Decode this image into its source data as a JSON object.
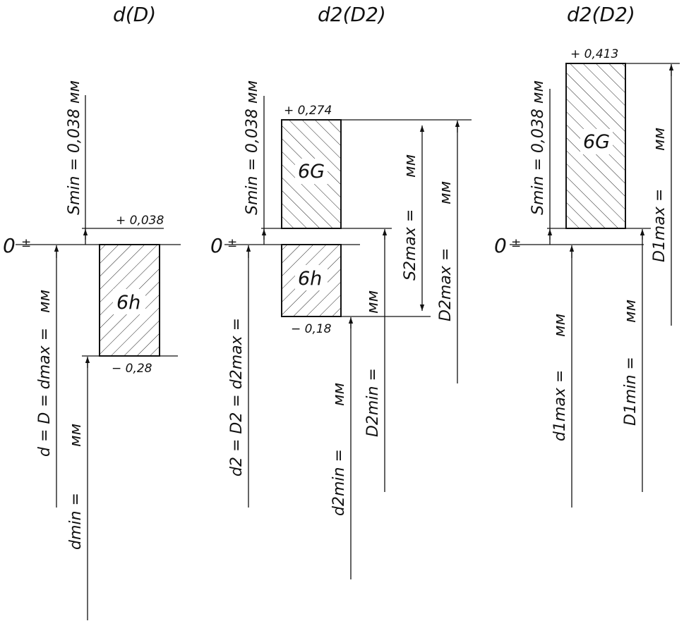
{
  "diagram": {
    "panel_1": {
      "title": "d(D)",
      "zero": "0",
      "zero_sign": "±",
      "smin_label": "Smin = 0,038 мм",
      "upper_dev": "+ 0,038",
      "zone": "6h",
      "lower_dev": "− 0,28",
      "d_label": "d = D = dmax =",
      "mm_1": "мм",
      "mm_2": "мм",
      "dmin_label": "dmin ="
    },
    "panel_2": {
      "title": "d2(D2)",
      "zero": "0",
      "zero_sign": "±",
      "smin_label": "Smin = 0,038 мм",
      "upper_dev": "+ 0,274",
      "zone_top": "6G",
      "zone_bottom": "6h",
      "lower_dev": "− 0,18",
      "d2_label": "d2 = D2 = d2max =",
      "d2min_label": "d2min =",
      "mm_d2min": "мм",
      "D2min_label": "D2min =",
      "mm_D2min": "мм",
      "S2max_label": "S2max =",
      "mm_S2max": "мм",
      "D2max_label": "D2max =",
      "mm_D2max": "мм"
    },
    "panel_3": {
      "title": "d2(D2)",
      "zero": "0",
      "zero_sign": "±",
      "smin_label": "Smin = 0,038 мм",
      "upper_dev": "+ 0,413",
      "zone": "6G",
      "mm_right": "мм",
      "D1max_label": "D1max =",
      "mm_d1max": "мм",
      "d1max_label": "d1max =",
      "mm_D1min": "мм",
      "D1min_label": "D1min ="
    }
  }
}
